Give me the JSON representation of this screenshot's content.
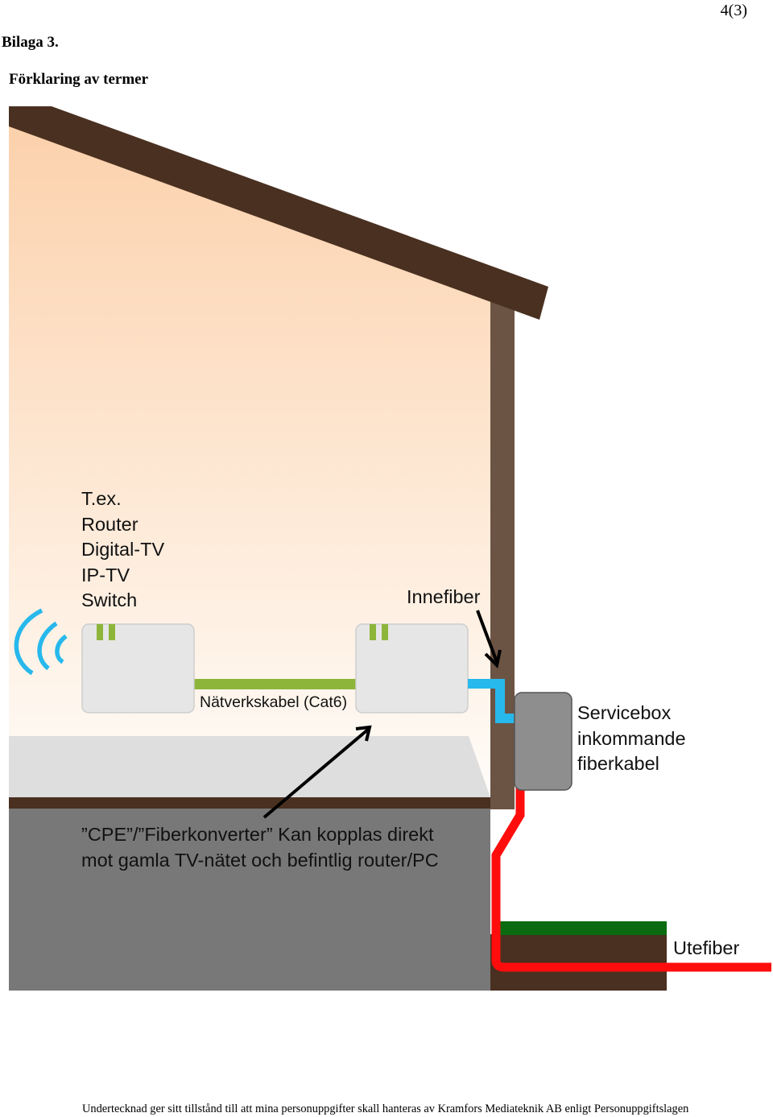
{
  "header": {
    "page_number": "4(3)",
    "appendix": "Bilaga 3.",
    "section_title": "Förklaring av termer"
  },
  "diagram": {
    "device_examples": [
      "T.ex.",
      "Router",
      "Digital-TV",
      "IP-TV",
      "Switch"
    ],
    "inner_fiber_label": "Innefiber",
    "network_cable_label": "Nätverkskabel (Cat6)",
    "service_box_label": [
      "Servicebox",
      "inkommande",
      "fiberkabel"
    ],
    "cpe_note": [
      "”CPE”/”Fiberkonverter” Kan kopplas direkt",
      "mot gamla TV-nätet och befintlig router/PC"
    ],
    "outer_fiber_label": "Utefiber",
    "colors": {
      "roof": "#4a3020",
      "wall": "#6b5444",
      "interior_top": "#fcd3b0",
      "interior_bottom": "#fefaf5",
      "floor": "#dcdcdc",
      "foundation": "#787878",
      "ground": "#4a3020",
      "grass": "#0a6b10",
      "network_cable": "#8db53a",
      "inner_fiber": "#27b8ec",
      "outer_fiber": "#ff0d0d",
      "wifi": "#27b8ec",
      "device": "#e6e6e6",
      "service_box": "#8e8e8e"
    }
  },
  "footer": {
    "text": "Undertecknad ger sitt tillstånd till att mina personuppgifter skall hanteras av Kramfors Mediateknik AB enligt Personuppgiftslagen"
  }
}
